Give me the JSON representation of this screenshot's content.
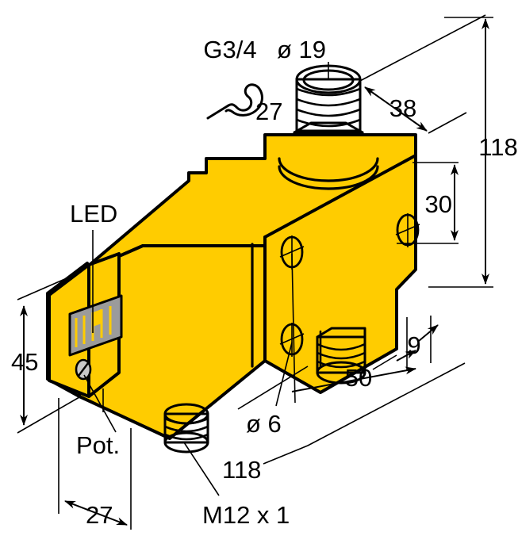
{
  "drawing": {
    "title": "Sensor housing isometric dimension drawing",
    "colors": {
      "housing_yellow": "#FFCC00",
      "metal_gray": "#C8C8C8",
      "metal_gray_dark": "#9B9B9B",
      "outline_black": "#000000",
      "background": "#FFFFFF"
    },
    "labels": {
      "thread_top": "G3/4",
      "diameter_top": "ø 19",
      "wrench_size": "27",
      "led": "LED",
      "pot": "Pot.",
      "bottom_connector": "M12 x 1",
      "hole_diameter": "ø 6"
    },
    "dimensions": {
      "overall_height": "118",
      "offset_top": "38",
      "hole_spacing_vertical": "30",
      "body_height_left": "45",
      "body_depth": "27",
      "body_length": "50",
      "edge_offset": "9",
      "connector_length": "118"
    },
    "icons": {
      "wrench": "wrench-icon",
      "diameter_symbol": "ø"
    }
  }
}
